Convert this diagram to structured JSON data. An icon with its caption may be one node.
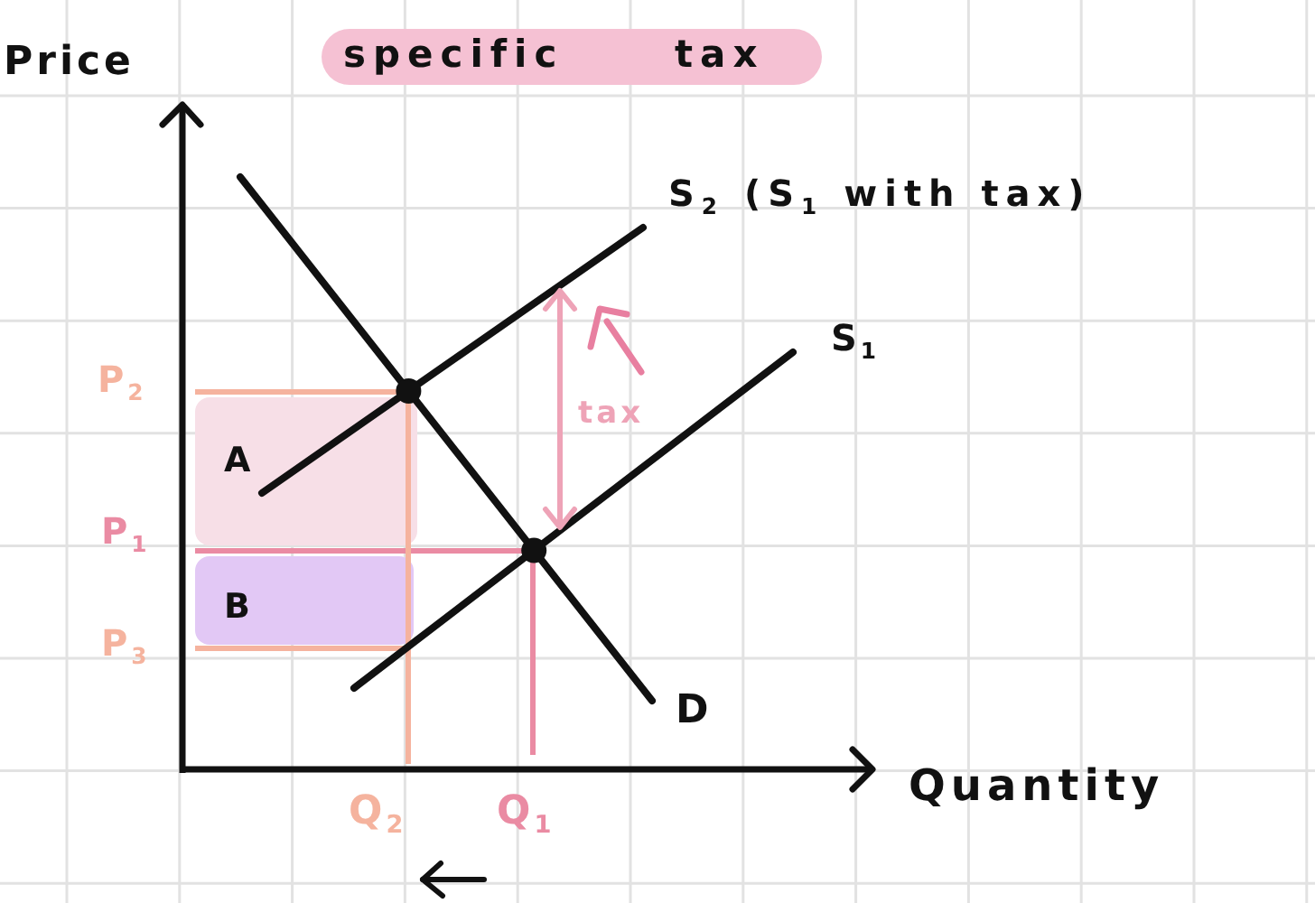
{
  "diagram": {
    "title": "specific tax",
    "nodes": [
      {
        "text": [
          "A"
        ]
      },
      {
        "text": [
          "B"
        ]
      }
    ],
    "labels": [
      "Price",
      "S$_{2}$ (S$_{1}$ with tax)",
      "S$_{1}$",
      "P$_{2}$",
      "tax",
      "P$_{1}$",
      "P$_{3}$",
      "D",
      "Quantity",
      "Q$_{2}$",
      "Q$_{1}$"
    ]
  }
}
